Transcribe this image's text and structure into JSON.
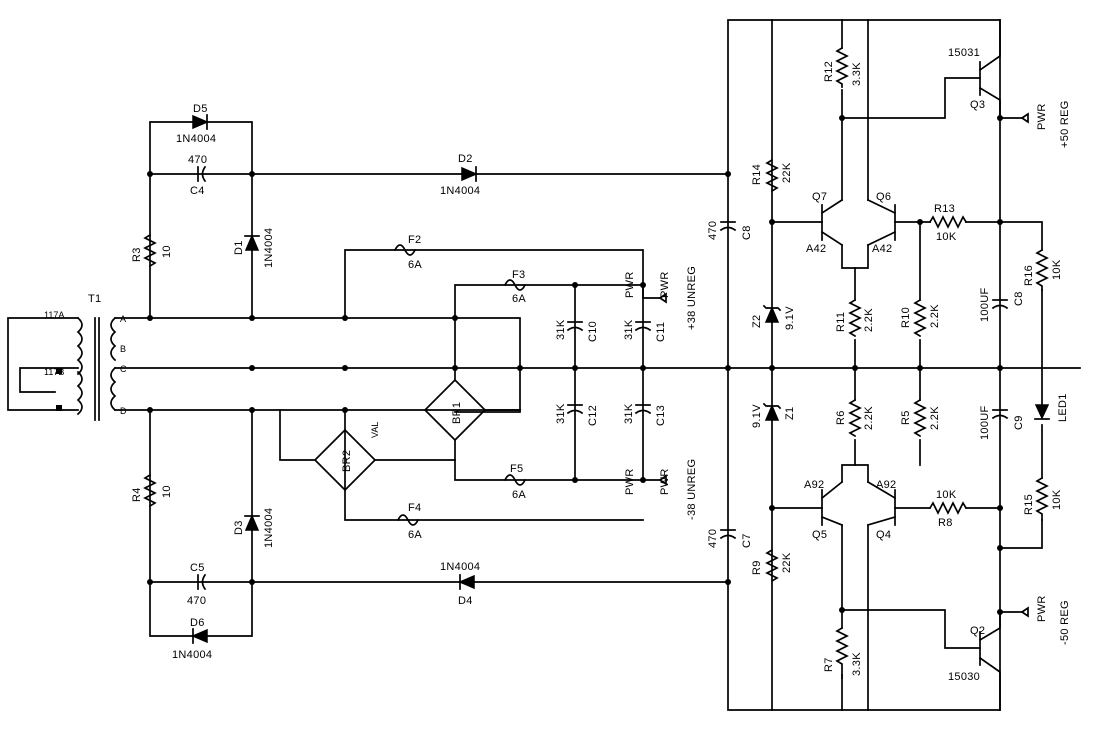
{
  "schematic": {
    "transformer": {
      "ref": "T1",
      "tap_117a": "117A",
      "tap_117b": "117B",
      "sec_a": "A",
      "sec_b": "B",
      "sec_c": "C",
      "sec_d": "D"
    },
    "diodes": {
      "d1": {
        "ref": "D1",
        "part": "1N4004"
      },
      "d2": {
        "ref": "D2",
        "part": "1N4004"
      },
      "d3": {
        "ref": "D3",
        "part": "1N4004"
      },
      "d4": {
        "ref": "D4",
        "part": "1N4004"
      },
      "d5": {
        "ref": "D5",
        "part": "1N4004"
      },
      "d6": {
        "ref": "D6",
        "part": "1N4004"
      }
    },
    "resistors": {
      "r3": {
        "ref": "R3",
        "value": "10"
      },
      "r4": {
        "ref": "R4",
        "value": "10"
      },
      "r5": {
        "ref": "R5",
        "value": "2.2K"
      },
      "r6": {
        "ref": "R6",
        "value": "2.2K"
      },
      "r7": {
        "ref": "R7",
        "value": "3.3K"
      },
      "r8": {
        "ref": "R8",
        "value": "10K"
      },
      "r9": {
        "ref": "R9",
        "value": "22K"
      },
      "r10": {
        "ref": "R10",
        "value": "2.2K"
      },
      "r11": {
        "ref": "R11",
        "value": "2.2K"
      },
      "r12": {
        "ref": "R12",
        "value": "3.3K"
      },
      "r13": {
        "ref": "R13",
        "value": "10K"
      },
      "r14": {
        "ref": "R14",
        "value": "22K"
      },
      "r15": {
        "ref": "R15",
        "value": "10K"
      },
      "r16": {
        "ref": "R16",
        "value": "10K"
      }
    },
    "capacitors": {
      "c4": {
        "ref": "C4",
        "value": "470"
      },
      "c5": {
        "ref": "C5",
        "value": "470"
      },
      "c7": {
        "ref": "C7",
        "value": "470"
      },
      "c8": {
        "ref": "C8",
        "value": "470"
      },
      "c8b": {
        "ref": "C8",
        "value": "100UF"
      },
      "c9": {
        "ref": "C9",
        "value": "100UF"
      },
      "c10": {
        "ref": "C10",
        "value": "31K"
      },
      "c11": {
        "ref": "C11",
        "value": "31K"
      },
      "c12": {
        "ref": "C12",
        "value": "31K"
      },
      "c13": {
        "ref": "C13",
        "value": "31K"
      }
    },
    "fuses": {
      "f2": {
        "ref": "F2",
        "value": "6A"
      },
      "f3": {
        "ref": "F3",
        "value": "6A"
      },
      "f4": {
        "ref": "F4",
        "value": "6A"
      },
      "f5": {
        "ref": "F5",
        "value": "6A"
      }
    },
    "bridges": {
      "br1": "BR1",
      "br2": "BR2",
      "val": "VAL"
    },
    "zeners": {
      "z1": {
        "ref": "Z1",
        "value": "9.1V"
      },
      "z2": {
        "ref": "Z2",
        "value": "9.1V"
      }
    },
    "transistors": {
      "q2": {
        "ref": "Q2",
        "part": "15030"
      },
      "q3": {
        "ref": "Q3",
        "part": "15031"
      },
      "q4": {
        "ref": "Q4",
        "part": "A92"
      },
      "q5": {
        "ref": "Q5",
        "part": "A92"
      },
      "q6": {
        "ref": "Q6",
        "part": "A42"
      },
      "q7": {
        "ref": "Q7",
        "part": "A42"
      }
    },
    "led": {
      "ref": "LED1"
    },
    "rails": {
      "pwr": "PWR",
      "plus38": "+38 UNREG",
      "minus38": "-38 UNREG",
      "plus50": "+50 REG",
      "minus50": "-50 REG"
    }
  }
}
